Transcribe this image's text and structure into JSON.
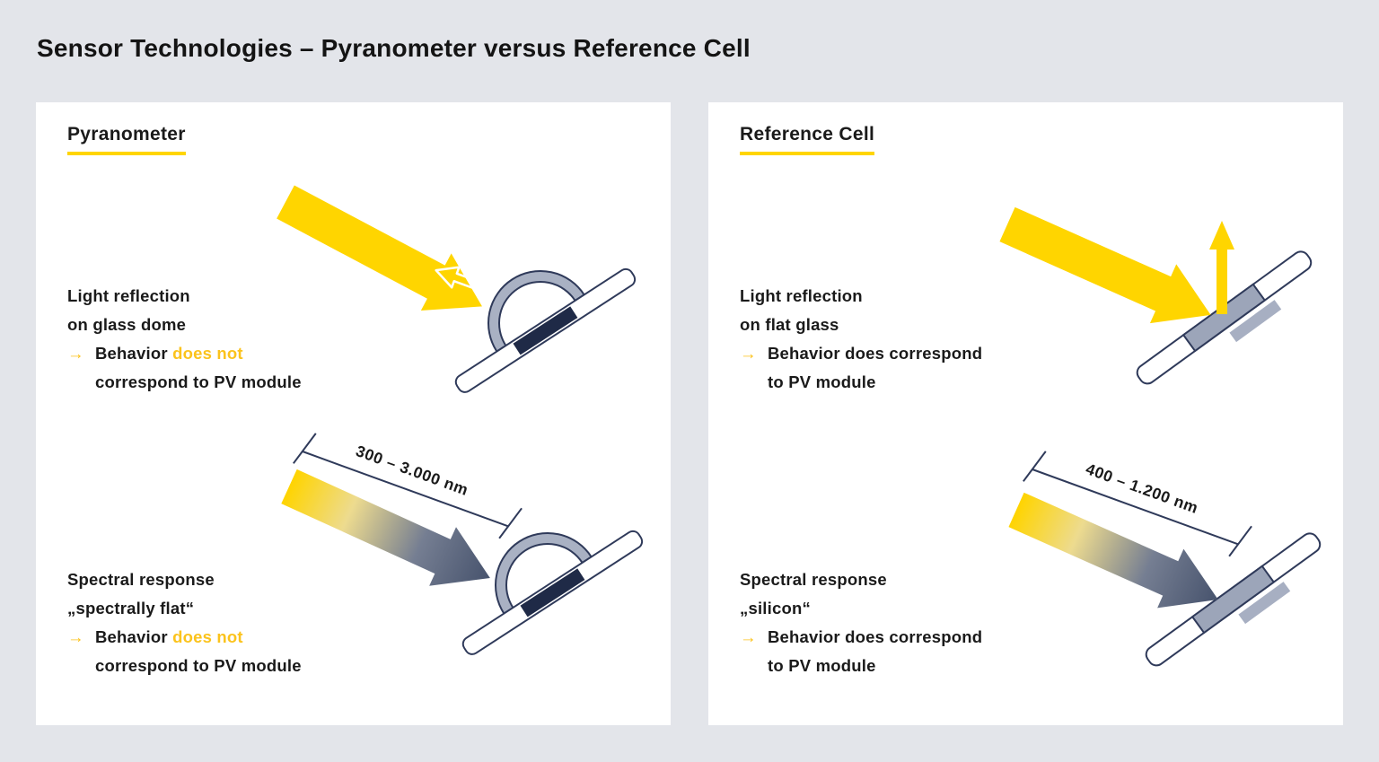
{
  "title": "Sensor Technologies – Pyranometer versus Reference Cell",
  "colors": {
    "background": "#E3E5EA",
    "panel": "#FFFFFF",
    "yellow_shape": "#FFD500",
    "yellow_accent_text": "#FBC31D",
    "navy_outline": "#2F3A5A",
    "dark_arrow": "#47536D",
    "sensor_strip": "#1F2A47",
    "dome_gray": "#A9B1C3",
    "cell_gray": "#9CA5B9",
    "plate_gray": "#A7AFC2",
    "text": "#1A1A1A"
  },
  "panels": [
    {
      "heading": "Pyranometer",
      "top": {
        "line1": "Light reflection",
        "line2": "on glass dome",
        "arrow": "→",
        "behavior_prefix": "Behavior ",
        "behavior_highlight": "does not",
        "behavior_cont": "correspond to PV module"
      },
      "bottom": {
        "line1": "Spectral response",
        "line2": "„spectrally flat“",
        "arrow": "→",
        "behavior_prefix": "Behavior ",
        "behavior_highlight": "does not",
        "behavior_cont": "correspond to PV module",
        "measurement": "300 – 3.000 nm"
      }
    },
    {
      "heading": "Reference Cell",
      "top": {
        "line1": "Light reflection",
        "line2": "on flat glass",
        "arrow": "→",
        "behavior_prefix": "Behavior does correspond",
        "behavior_highlight": "",
        "behavior_cont": "to PV module"
      },
      "bottom": {
        "line1": "Spectral response",
        "line2": "„silicon“",
        "arrow": "→",
        "behavior_prefix": "Behavior does correspond",
        "behavior_highlight": "",
        "behavior_cont": "to PV module",
        "measurement": "400 – 1.200 nm"
      }
    }
  ]
}
